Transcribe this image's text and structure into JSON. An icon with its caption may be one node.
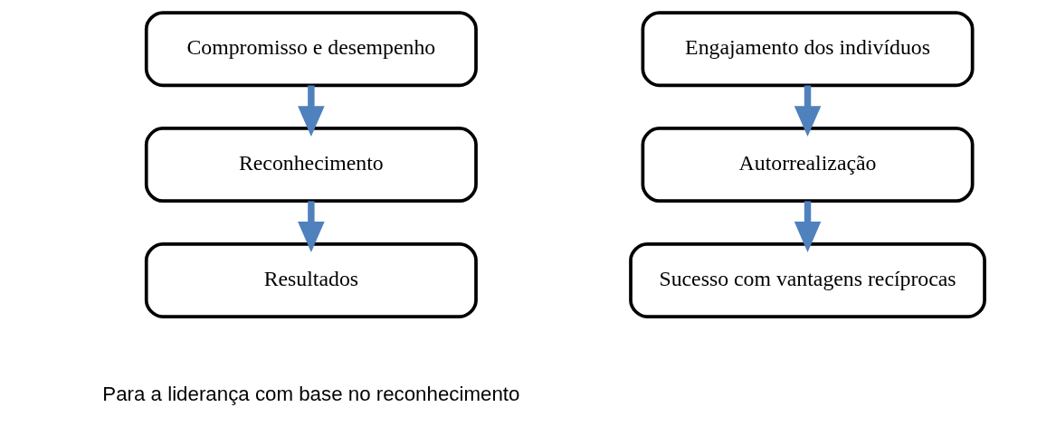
{
  "diagram": {
    "nodes": [
      {
        "text": [
          "Compromisso e desempenho"
        ]
      },
      {
        "text": [
          "Reconhecimento"
        ]
      },
      {
        "text": [
          "Resultados"
        ]
      },
      {
        "text": [
          "Engajamento dos indivíduos"
        ]
      },
      {
        "text": [
          "Autorrealização"
        ]
      },
      {
        "text": [
          "Sucesso com vantagens recíprocas"
        ]
      }
    ],
    "edges": [
      {
        "from": 0,
        "to": 1,
        "arrow": "to"
      },
      {
        "from": 1,
        "to": 2,
        "arrow": "to"
      },
      {
        "from": 3,
        "to": 4,
        "arrow": "to"
      },
      {
        "from": 4,
        "to": 5,
        "arrow": "to"
      }
    ],
    "labels": [
      "Para a liderança com base no reconhecimento"
    ]
  }
}
